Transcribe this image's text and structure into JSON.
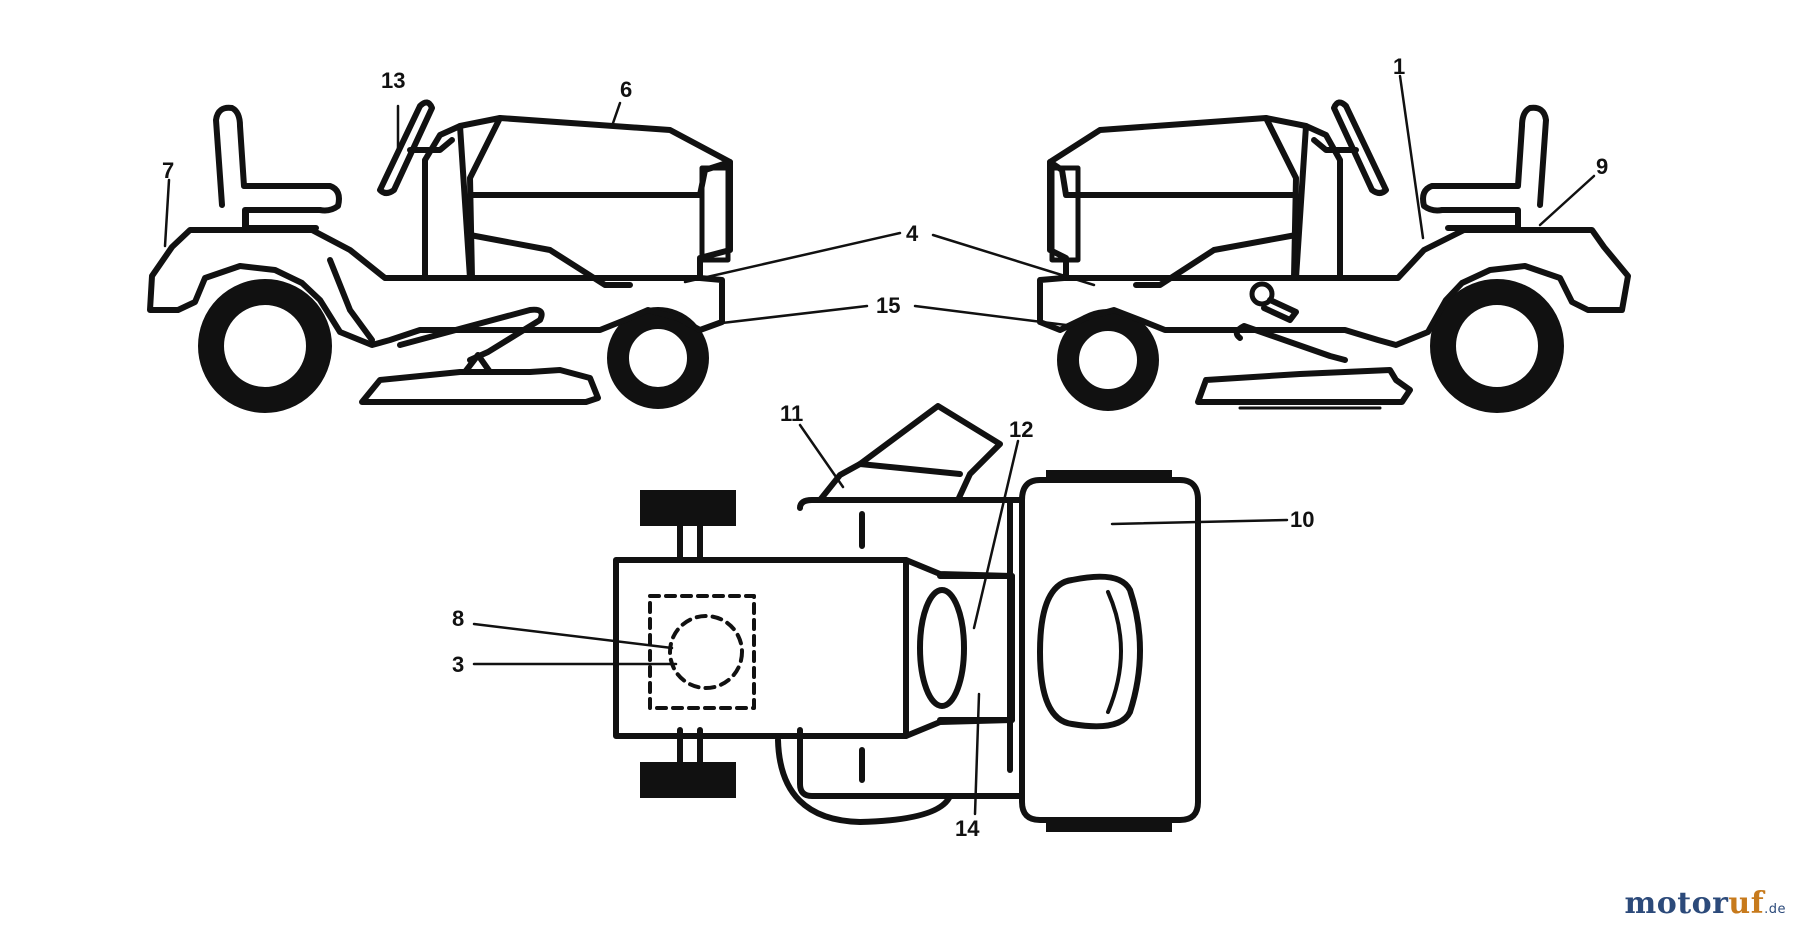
{
  "diagram": {
    "callouts": [
      "1",
      "3",
      "4",
      "6",
      "7",
      "8",
      "9",
      "10",
      "11",
      "12",
      "13",
      "14",
      "15"
    ]
  },
  "watermark": {
    "brand_part1": "motor",
    "brand_part2": "uf",
    "tld": ".de",
    "color_part1": "#2c4a7a",
    "color_part2": "#c77a1c"
  }
}
